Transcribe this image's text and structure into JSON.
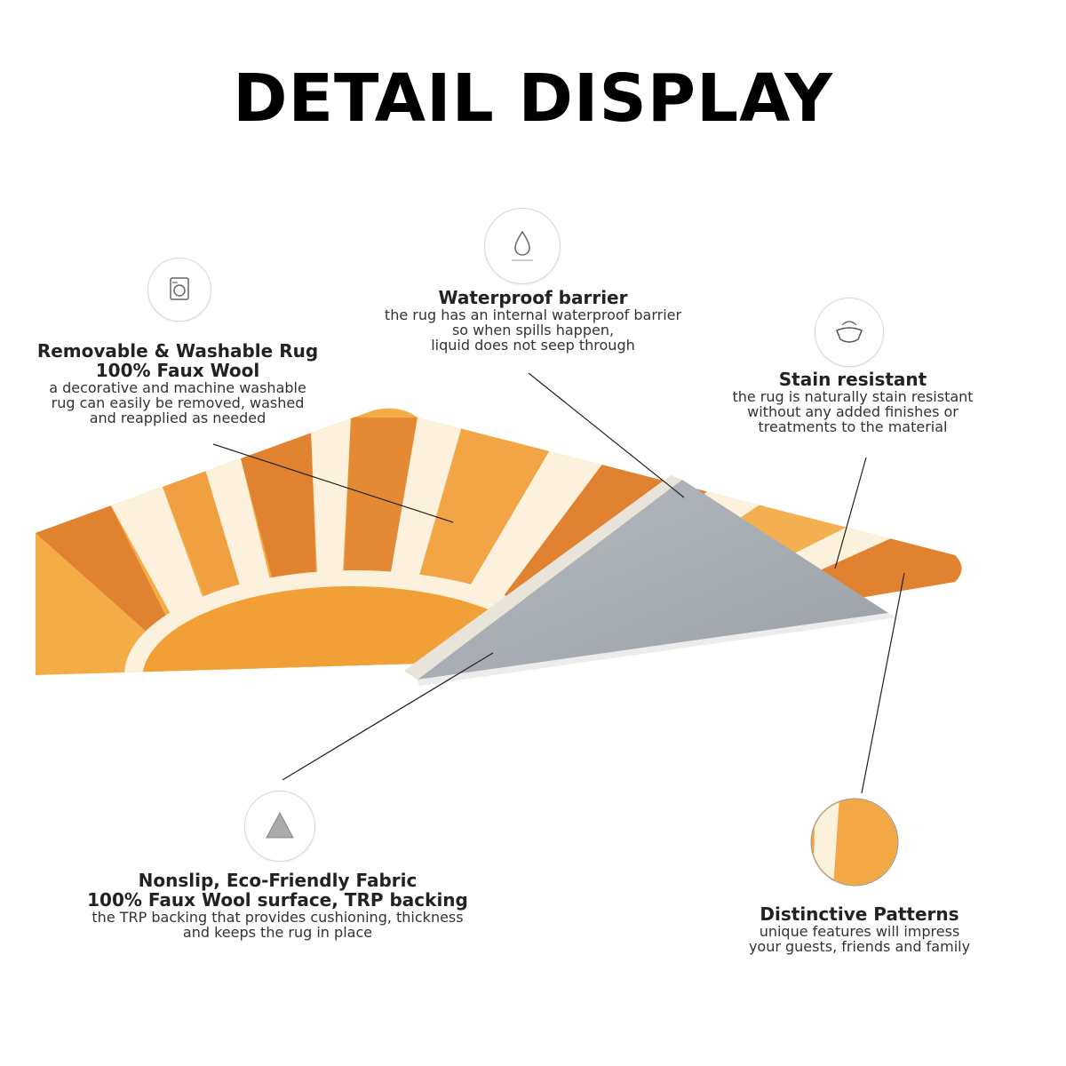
{
  "title": "DETAIL DISPLAY",
  "features": {
    "washable": {
      "heading1": "Removable & Washable Rug",
      "heading2": "100% Faux Wool",
      "desc": [
        "a decorative and machine washable",
        "rug can easily be removed,  washed",
        "and reapplied as needed"
      ],
      "icon": "washing-machine-icon"
    },
    "waterproof": {
      "heading1": "Waterproof barrier",
      "desc": [
        "the rug has an internal waterproof barrier",
        "so when spills happen,",
        "liquid does not seep through"
      ],
      "icon": "water-drop-icon"
    },
    "stain": {
      "heading1": "Stain resistant",
      "desc": [
        "the rug is naturally stain resistant",
        "without any added finishes or",
        "treatments to the material"
      ],
      "icon": "stain-bowl-icon"
    },
    "nonslip": {
      "heading1": "Nonslip, Eco-Friendly Fabric",
      "heading2": "100% Faux Wool surface, TRP backing",
      "desc": [
        "the TRP backing that provides cushioning, thickness",
        "and keeps the rug in place"
      ],
      "icon": "grip-dots-icon"
    },
    "pattern": {
      "heading1": "Distinctive Patterns",
      "desc": [
        "unique features will impress",
        "your guests, friends and family"
      ],
      "icon": "pattern-closeup"
    }
  },
  "colors": {
    "orange_light": "#f5b24a",
    "orange_dark": "#e0822f",
    "cream": "#fbf1dc",
    "backing_gray": "#a7acb2"
  }
}
